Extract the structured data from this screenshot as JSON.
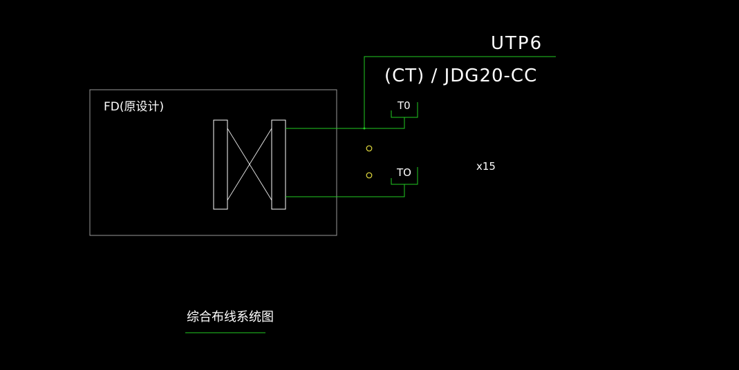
{
  "colors": {
    "background": "#000000",
    "frame": "#9a9a9a",
    "wire": "#22cc22",
    "text": "#ffffff",
    "node": "#e8e040",
    "title_underline": "#22cc22"
  },
  "cable": {
    "type_label": "UTP6",
    "conduit_label": "(CT) / JDG20-CC"
  },
  "fd_box": {
    "label": "FD(原设计)"
  },
  "outlets": [
    {
      "label": "T0"
    },
    {
      "label": "TO"
    }
  ],
  "multiplier": "x15",
  "diagram_title": "综合布线系统图"
}
